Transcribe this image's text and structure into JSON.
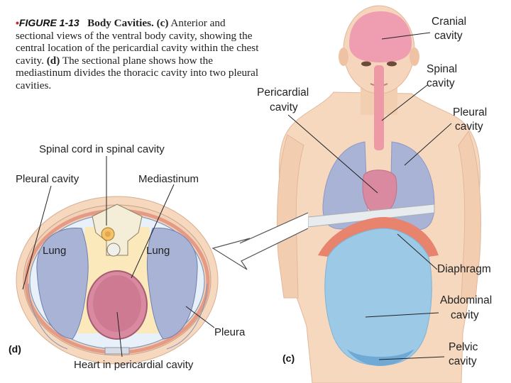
{
  "caption": {
    "figure_label": "FIGURE 1-13",
    "title": "Body Cavities.",
    "part_c": "(c)",
    "text_c": "Anterior and sectional views of the ventral body cavity, showing the central location of the pericardial cavity within the chest cavity.",
    "part_d": "(d)",
    "text_d": "The sectional plane shows how the mediastinum divides the thoracic cavity into two pleural cavities."
  },
  "section_view": {
    "panel_tag": "(d)",
    "labels": {
      "spinal_cord": "Spinal cord in spinal cavity",
      "pleural_cavity": "Pleural cavity",
      "mediastinum": "Mediastinum",
      "lung_left": "Lung",
      "lung_right": "Lung",
      "pleura": "Pleura",
      "heart": "Heart in pericardial cavity"
    }
  },
  "anterior_view": {
    "panel_tag": "(c)",
    "labels": {
      "cranial_1": "Cranial",
      "cranial_2": "cavity",
      "spinal_1": "Spinal",
      "spinal_2": "cavity",
      "pericardial_1": "Pericardial",
      "pericardial_2": "cavity",
      "pleural_1": "Pleural",
      "pleural_2": "cavity",
      "diaphragm": "Diaphragm",
      "abdominal_1": "Abdominal",
      "abdominal_2": "cavity",
      "pelvic_1": "Pelvic",
      "pelvic_2": "cavity"
    }
  },
  "colors": {
    "skin": "#f6d8bf",
    "lung": "#a8b3d6",
    "heart": "#d98aa0",
    "cranial": "#ef9eb1",
    "abdominal": "#9cc9e6",
    "diaphragm": "#e8836d"
  }
}
